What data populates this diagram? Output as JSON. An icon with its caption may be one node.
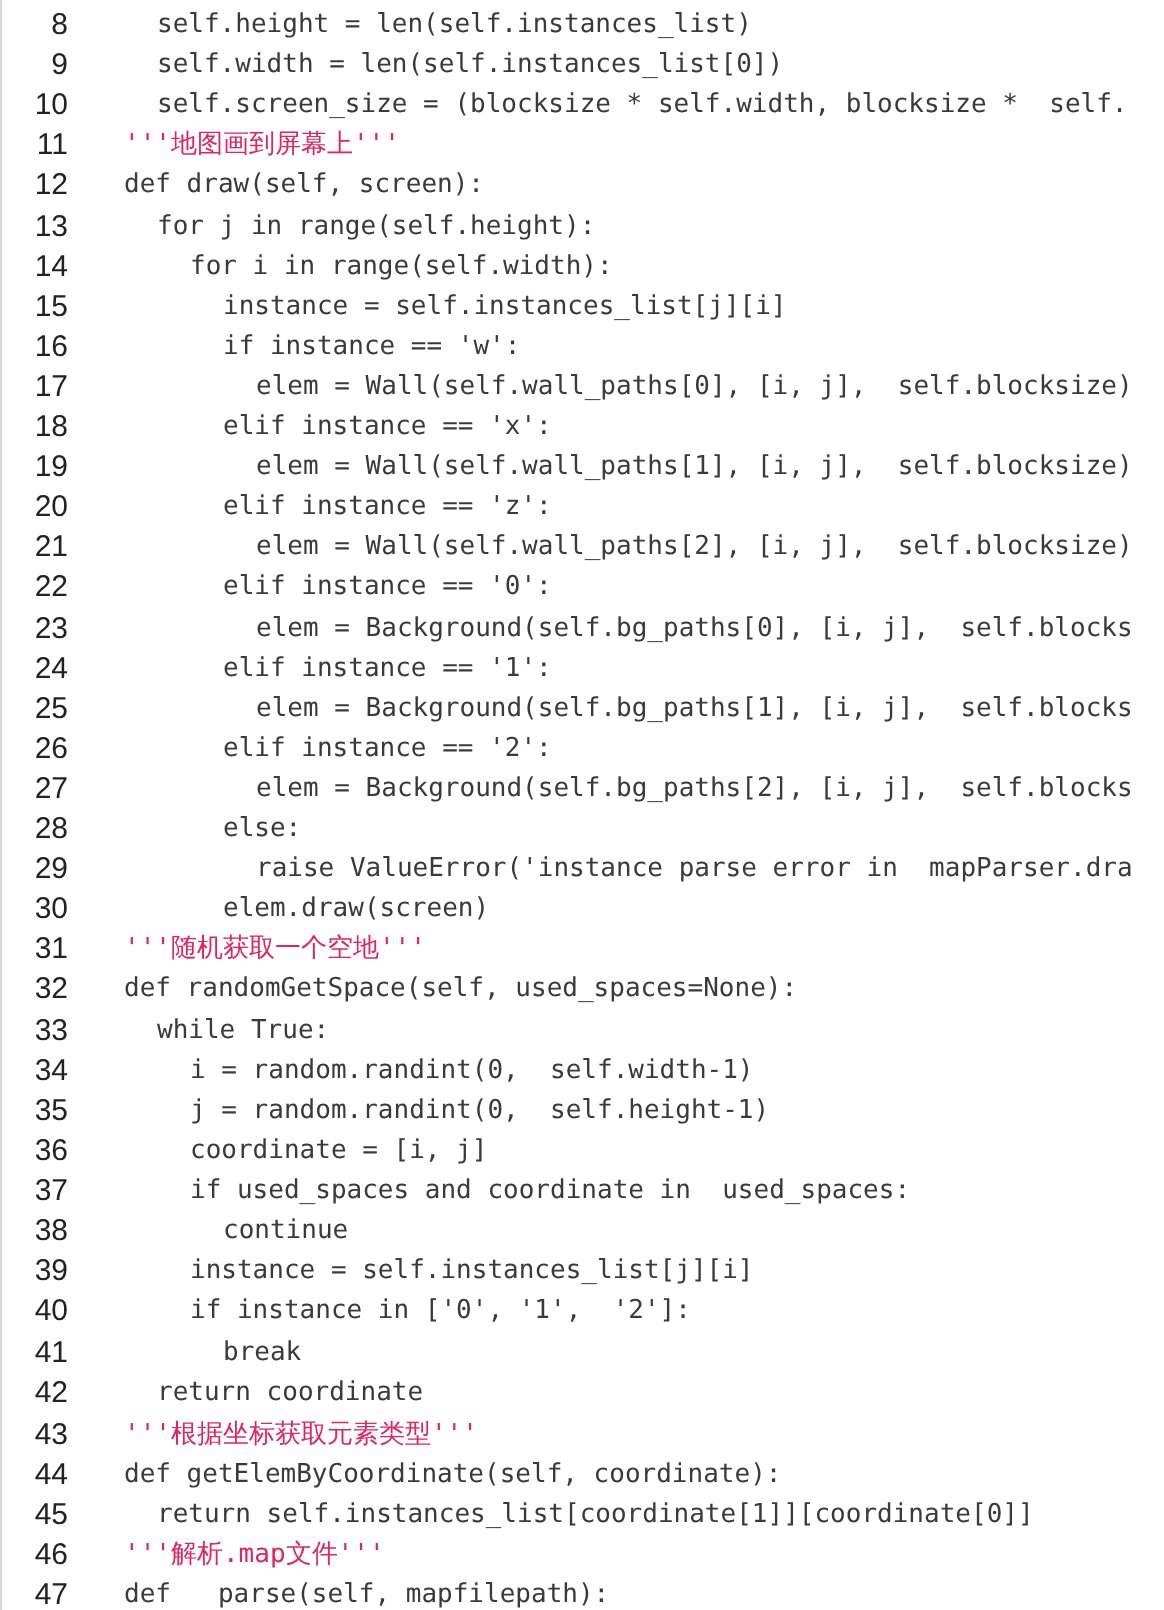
{
  "diagram": {
    "labels": [
      "8",
      "self.height = len(self.instances_list)",
      "9",
      "self.width = len(self.instances_list[0])",
      "10",
      "self.screen_size = (blocksize * self.width, blocksize *  self.",
      "11",
      "'''地图画到屏幕上'''",
      "12",
      "def draw(self, screen):",
      "13",
      "for j in range(self.height):",
      "14",
      "for i in range(self.width):",
      "15",
      "instance = self.instances_list[j][i]",
      "16",
      "if instance == 'w':",
      "17",
      "elem = Wall(self.wall_paths[0], [i, j],  self.blocksize)",
      "18",
      "elif instance == 'x':",
      "19",
      "elem = Wall(self.wall_paths[1], [i, j],  self.blocksize)",
      "20",
      "elif instance == 'z':",
      "21",
      "elem = Wall(self.wall_paths[2], [i, j],  self.blocksize)",
      "22",
      "elif instance == '0':",
      "23",
      "elem = Background(self.bg_paths[0], [i, j],  self.blocks",
      "24",
      "elif instance == '1':",
      "25",
      "elem = Background(self.bg_paths[1], [i, j],  self.blocks",
      "26",
      "elif instance == '2':",
      "27",
      "elem = Background(self.bg_paths[2], [i, j],  self.blocks",
      "28",
      "else:",
      "29",
      "raise ValueError('instance parse error in  mapParser.dra",
      "30",
      "elem.draw(screen)",
      "31",
      "'''随机获取一个空地'''",
      "32",
      "def randomGetSpace(self, used_spaces=None):",
      "33",
      "while True:",
      "34",
      "i = random.randint(0,  self.width-1)",
      "35",
      "j = random.randint(0,  self.height-1)",
      "36",
      "coordinate = [i, j]",
      "37",
      "if used_spaces and coordinate in  used_spaces:",
      "38",
      "continue",
      "39",
      "instance = self.instances_list[j][i]",
      "40",
      "if instance in ['0', '1',  '2']:",
      "41",
      "break",
      "42",
      "return coordinate",
      "43",
      "'''根据坐标获取元素类型'''",
      "44",
      "def getElemByCoordinate(self, coordinate):",
      "45",
      "return self.instances_list[coordinate[1]][coordinate[0]]",
      "46",
      "'''解析.map文件'''",
      "47",
      "def   parse(self, mapfilepath):"
    ]
  }
}
